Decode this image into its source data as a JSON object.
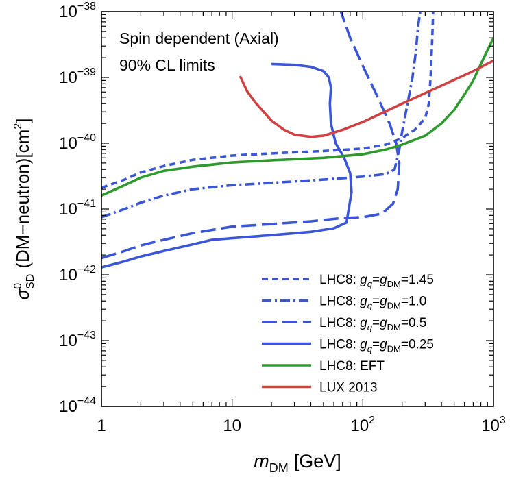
{
  "chart_data": {
    "type": "line",
    "title": "",
    "annotation_lines": [
      "Spin dependent (Axial)",
      "90% CL limits"
    ],
    "xlabel_main": "m",
    "xlabel_sub": "DM",
    "xlabel_unit": "[GeV]",
    "ylabel_sigma": "σ",
    "ylabel_sup": "0",
    "ylabel_sub": "SD",
    "ylabel_rest": "(DM−neutron)[cm",
    "ylabel_sup2": "2",
    "ylabel_close": "]",
    "x_scale": "log",
    "y_scale": "log",
    "xlim": [
      1,
      1000
    ],
    "ylim": [
      1e-44,
      1e-38
    ],
    "x_ticks": [
      {
        "value": 1,
        "base": "1",
        "exp": ""
      },
      {
        "value": 10,
        "base": "10",
        "exp": ""
      },
      {
        "value": 100,
        "base": "10",
        "exp": "2"
      },
      {
        "value": 1000,
        "base": "10",
        "exp": "3"
      }
    ],
    "y_ticks": [
      {
        "value": 1e-38,
        "base": "10",
        "exp": "−38"
      },
      {
        "value": 1e-39,
        "base": "10",
        "exp": "−39"
      },
      {
        "value": 1e-40,
        "base": "10",
        "exp": "−40"
      },
      {
        "value": 1e-41,
        "base": "10",
        "exp": "−41"
      },
      {
        "value": 1e-42,
        "base": "10",
        "exp": "−42"
      },
      {
        "value": 1e-43,
        "base": "10",
        "exp": "−43"
      },
      {
        "value": 1e-44,
        "base": "10",
        "exp": "−44"
      }
    ],
    "grid": false,
    "legend_position": "bottom-right",
    "series": [
      {
        "name_prefix": "LHC8: ",
        "name_math": "g",
        "name_math_sub": "q",
        "name_eq": "=g",
        "name_eq_sub": "DM",
        "name_value": "=1.45",
        "color": "#3a55d6",
        "dash": "9,6",
        "x": [
          1,
          1.5,
          2,
          3,
          5,
          10,
          20,
          50,
          100,
          150,
          200,
          250,
          300,
          320,
          330,
          340,
          345
        ],
        "y": [
          2.1e-41,
          2.8e-41,
          3.6e-41,
          4.5e-41,
          5.6e-41,
          6.5e-41,
          7e-41,
          7.6e-41,
          8.3e-41,
          9.5e-41,
          1.2e-40,
          1.6e-40,
          2.4e-40,
          4e-40,
          1e-39,
          4e-39,
          1e-38
        ]
      },
      {
        "name_prefix": "LHC8: ",
        "name_math": "g",
        "name_math_sub": "q",
        "name_eq": "=g",
        "name_eq_sub": "DM",
        "name_value": "=1.0",
        "color": "#3a55d6",
        "dash": "14,5,3,5",
        "x": [
          1,
          1.5,
          2,
          3,
          5,
          10,
          20,
          50,
          100,
          150,
          175,
          190,
          200,
          220,
          240,
          255,
          265,
          275,
          285
        ],
        "y": [
          7.5e-42,
          1e-41,
          1.25e-41,
          1.6e-41,
          2e-41,
          2.3e-41,
          2.5e-41,
          2.8e-41,
          3.1e-41,
          3.4e-41,
          4e-41,
          8e-41,
          1.5e-40,
          4e-40,
          1e-39,
          2.5e-39,
          6e-39,
          1e-38,
          1e-38
        ]
      },
      {
        "name_prefix": "LHC8: ",
        "name_math": "g",
        "name_math_sub": "q",
        "name_eq": "=g",
        "name_eq_sub": "DM",
        "name_value": "=0.5",
        "color": "#3a55d6",
        "dash": "22,8",
        "x": [
          1,
          1.5,
          2,
          3,
          5,
          10,
          20,
          40,
          70,
          100,
          140,
          170,
          185,
          190,
          180,
          160,
          130,
          100,
          80,
          68
        ],
        "y": [
          1.8e-42,
          2.3e-42,
          2.8e-42,
          3.4e-42,
          4.3e-42,
          5.4e-42,
          5.9e-42,
          6.5e-42,
          7.3e-42,
          7.5e-42,
          8.5e-42,
          1.2e-41,
          2e-41,
          5e-41,
          1e-40,
          2e-40,
          5e-40,
          1.5e-39,
          4e-39,
          1e-38
        ]
      },
      {
        "name_prefix": "LHC8: ",
        "name_math": "g",
        "name_math_sub": "q",
        "name_eq": "=g",
        "name_eq_sub": "DM",
        "name_value": "=0.25",
        "color": "#3a55d6",
        "dash": "",
        "x": [
          1,
          1.5,
          2,
          3,
          5,
          7,
          10,
          20,
          40,
          60,
          75,
          82,
          80,
          72,
          62,
          57,
          56,
          57,
          55,
          50,
          40,
          30,
          20
        ],
        "y": [
          1.3e-42,
          1.6e-42,
          1.9e-42,
          2.3e-42,
          2.9e-42,
          3.4e-42,
          3.6e-42,
          4e-42,
          4.5e-42,
          5.1e-42,
          6.2e-42,
          1.8e-41,
          3.5e-41,
          6e-41,
          1e-40,
          2e-40,
          4e-40,
          7e-40,
          1e-39,
          1.25e-39,
          1.45e-39,
          1.55e-39,
          1.6e-39
        ]
      },
      {
        "name_prefix": "LHC8: EFT",
        "name_math": "",
        "name_math_sub": "",
        "name_eq": "",
        "name_eq_sub": "",
        "name_value": "",
        "color": "#2e9a2e",
        "dash": "",
        "x": [
          1,
          1.5,
          2,
          3,
          5,
          10,
          20,
          50,
          100,
          150,
          200,
          300,
          400,
          500,
          600,
          700,
          800,
          900,
          1000
        ],
        "y": [
          1.6e-41,
          2.3e-41,
          3e-41,
          3.8e-41,
          4.4e-41,
          5.1e-41,
          5.5e-41,
          6e-41,
          6.8e-41,
          8e-41,
          9.5e-41,
          1.3e-40,
          2e-40,
          3.2e-40,
          5.5e-40,
          9e-40,
          1.6e-39,
          2.6e-39,
          4e-39
        ]
      },
      {
        "name_prefix": "LUX 2013",
        "name_math": "",
        "name_math_sub": "",
        "name_eq": "",
        "name_eq_sub": "",
        "name_value": "",
        "color": "#cf4040",
        "dash": "",
        "x": [
          11.5,
          13,
          15,
          20,
          25,
          30,
          40,
          50,
          70,
          100,
          200,
          400,
          700,
          1000
        ],
        "y": [
          1.05e-39,
          6.2e-40,
          4.2e-40,
          2.2e-40,
          1.6e-40,
          1.35e-40,
          1.25e-40,
          1.3e-40,
          1.6e-40,
          2.1e-40,
          4e-40,
          7.5e-40,
          1.25e-39,
          1.8e-39
        ]
      }
    ]
  }
}
